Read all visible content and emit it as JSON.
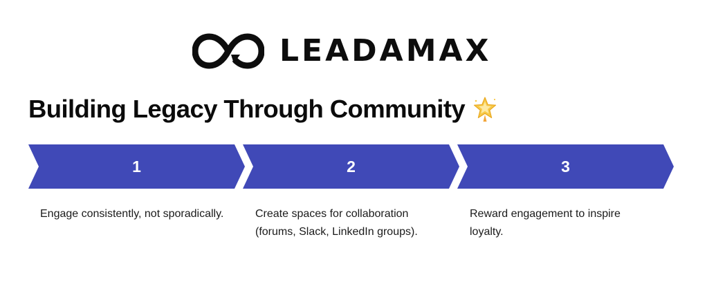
{
  "brand": {
    "name": "LEADAMAX",
    "logo_icon": "infinity-loop-icon"
  },
  "title": {
    "text": "Building Legacy Through Community",
    "emoji": "glowing-star-icon"
  },
  "colors": {
    "step_fill": "#4049b7",
    "step_text": "#ffffff",
    "body_text": "#1a1a1a",
    "title_text": "#0b0b0b"
  },
  "steps": [
    {
      "number": "1",
      "text": "Engage consistently, not sporadically."
    },
    {
      "number": "2",
      "text": "Create spaces for collaboration (forums, Slack, LinkedIn groups)."
    },
    {
      "number": "3",
      "text": "Reward engagement to inspire loyalty."
    }
  ]
}
